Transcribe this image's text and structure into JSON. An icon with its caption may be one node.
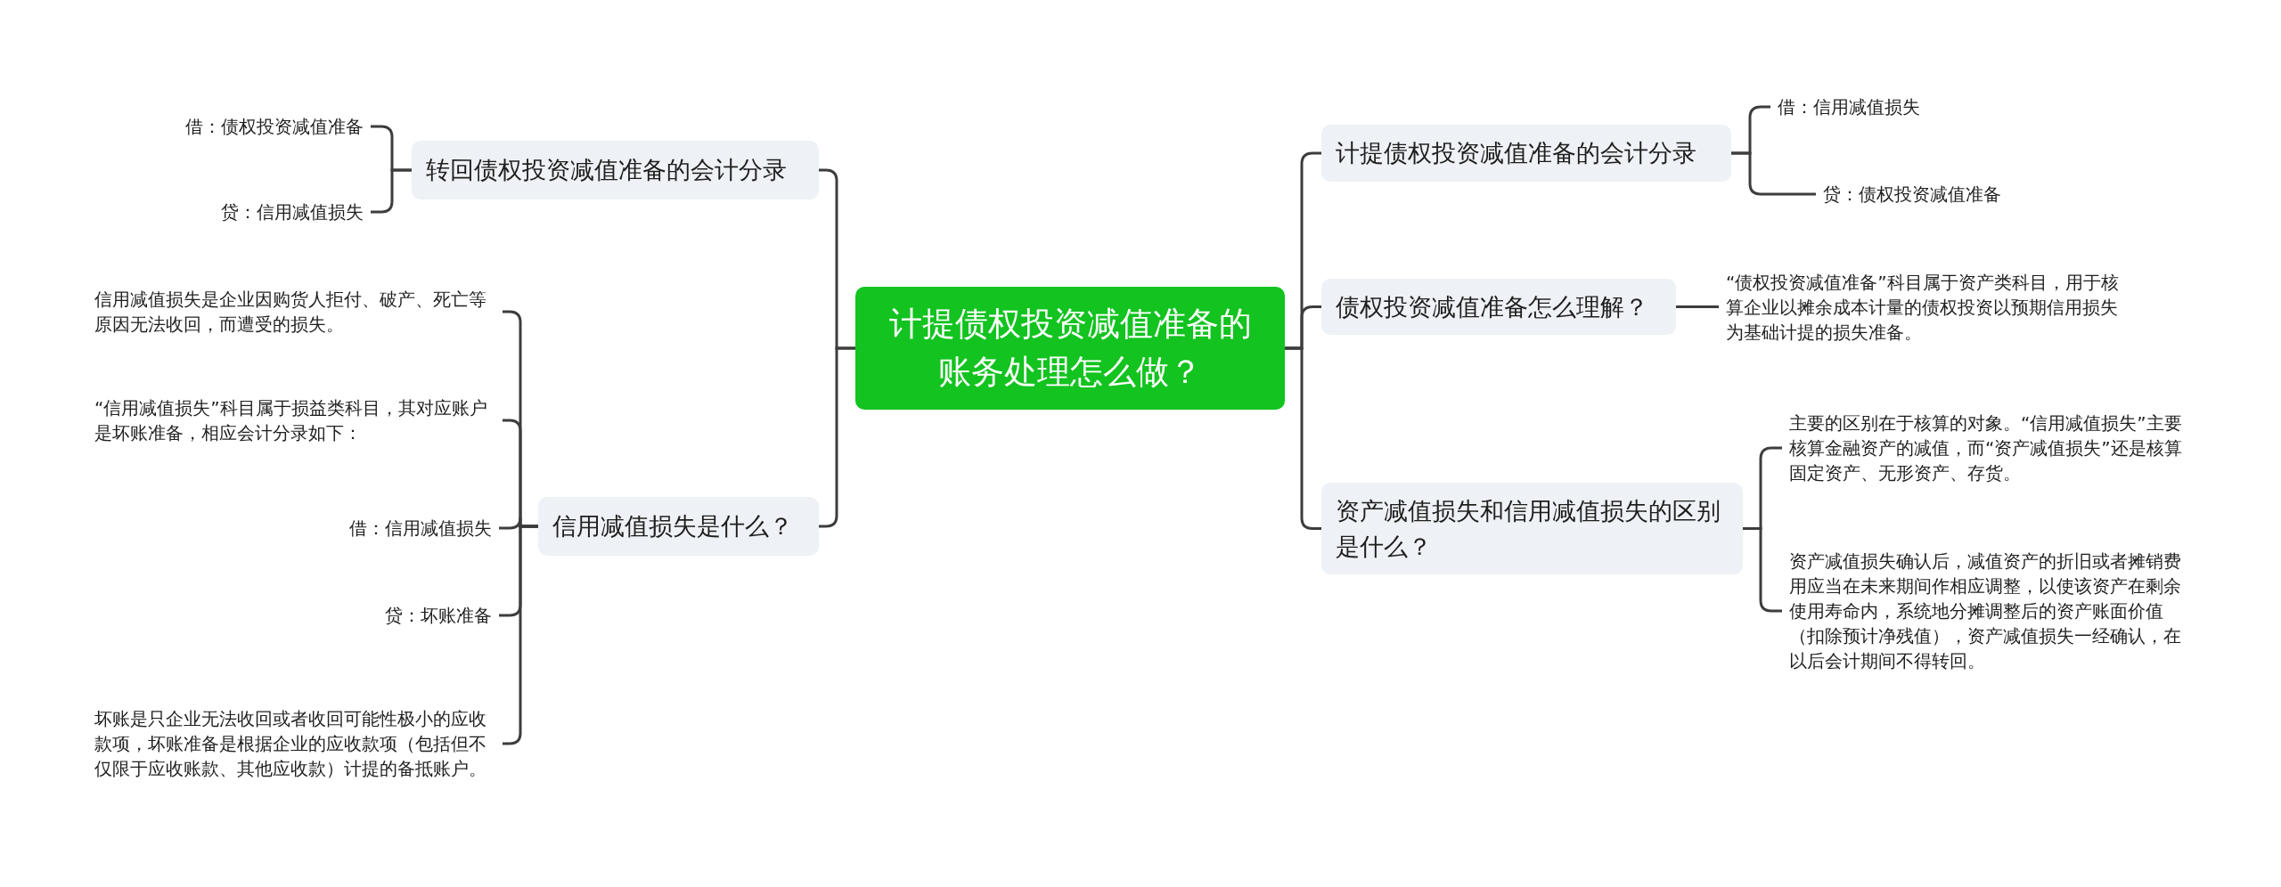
{
  "diagram": {
    "nodes": [
      {
        "text": [
          "计提债权投资减值准备的账务处理怎么做？"
        ]
      },
      {
        "text": [
          "转回债权投资减值准备的会计分录"
        ]
      },
      {
        "text": [
          "借：债权投资减值准备"
        ]
      },
      {
        "text": [
          "贷：信用减值损失"
        ]
      },
      {
        "text": [
          "信用减值损失是什么？"
        ]
      },
      {
        "text": [
          "信用减值损失是企业因购货人拒付、破产、死亡等原因无法收回，而遭受的损失。"
        ]
      },
      {
        "text": [
          "“信用减值损失”科目属于损益类科目，其对应账户是坏账准备，相应会计分录如下："
        ]
      },
      {
        "text": [
          "借：信用减值损失"
        ]
      },
      {
        "text": [
          "贷：坏账准备"
        ]
      },
      {
        "text": [
          "坏账是只企业无法收回或者收回可能性极小的应收款项，坏账准备是根据企业的应收款项（包括但不仅限于应收账款、其他应收款）计提的备抵账户。"
        ]
      },
      {
        "text": [
          "计提债权投资减值准备的会计分录"
        ]
      },
      {
        "text": [
          "借：信用减值损失"
        ]
      },
      {
        "text": [
          "贷：债权投资减值准备"
        ]
      },
      {
        "text": [
          "债权投资减值准备怎么理解？"
        ]
      },
      {
        "text": [
          "“债权投资减值准备”科目属于资产类科目，用于核算企业以摊余成本计量的债权投资以预期信用损失为基础计提的损失准备。"
        ]
      },
      {
        "text": [
          "资产减值损失和信用减值损失的区别是什么？"
        ]
      },
      {
        "text": [
          "主要的区别在于核算的对象。“信用减值损失”主要核算金融资产的减值，而“资产减值损失”还是核算固定资产、无形资产、存货。"
        ]
      },
      {
        "text": [
          "资产减值损失确认后，减值资产的折旧或者摊销费用应当在未来期间作相应调整，以使该资产在剩余使用寿命内，系统地分摊调整后的资产账面价值（扣除预计净残值），资产减值损失一经确认，在以后会计期间不得转回。"
        ]
      }
    ],
    "edges": [
      {
        "from": 0,
        "to": 1,
        "arrow": "none"
      },
      {
        "from": 1,
        "to": 2,
        "arrow": "none"
      },
      {
        "from": 1,
        "to": 3,
        "arrow": "none"
      },
      {
        "from": 0,
        "to": 4,
        "arrow": "none"
      },
      {
        "from": 4,
        "to": 5,
        "arrow": "none"
      },
      {
        "from": 4,
        "to": 6,
        "arrow": "none"
      },
      {
        "from": 4,
        "to": 7,
        "arrow": "none"
      },
      {
        "from": 4,
        "to": 8,
        "arrow": "none"
      },
      {
        "from": 4,
        "to": 9,
        "arrow": "none"
      },
      {
        "from": 0,
        "to": 10,
        "arrow": "none"
      },
      {
        "from": 10,
        "to": 11,
        "arrow": "none"
      },
      {
        "from": 10,
        "to": 12,
        "arrow": "none"
      },
      {
        "from": 0,
        "to": 13,
        "arrow": "none"
      },
      {
        "from": 13,
        "to": 14,
        "arrow": "none"
      },
      {
        "from": 0,
        "to": 15,
        "arrow": "none"
      },
      {
        "from": 15,
        "to": 16,
        "arrow": "none"
      },
      {
        "from": 15,
        "to": 17,
        "arrow": "none"
      }
    ]
  }
}
